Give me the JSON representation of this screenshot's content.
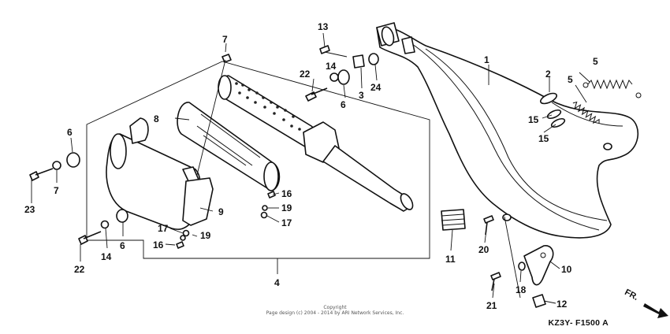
{
  "diagram": {
    "code": "KZ3Y- F1500 A",
    "front_marker": "FR.",
    "copyright_line1": "Copyright",
    "copyright_line2": "Page design (c) 2004 - 2014 by ARI Network Services, Inc."
  },
  "callouts": {
    "c1": "1",
    "c2": "2",
    "c3": "3",
    "c4": "4",
    "c5a": "5",
    "c5b": "5",
    "c6a": "6",
    "c6b": "6",
    "c6c": "6",
    "c7a": "7",
    "c7b": "7",
    "c8": "8",
    "c9": "9",
    "c10": "10",
    "c11": "11",
    "c12": "12",
    "c13": "13",
    "c14a": "14",
    "c14b": "14",
    "c15a": "15",
    "c15b": "15",
    "c16a": "16",
    "c16b": "16",
    "c17a": "17",
    "c17b": "17",
    "c18": "18",
    "c19a": "19",
    "c19b": "19",
    "c20": "20",
    "c21": "21",
    "c22a": "22",
    "c22b": "22",
    "c23": "23",
    "c24": "24"
  }
}
